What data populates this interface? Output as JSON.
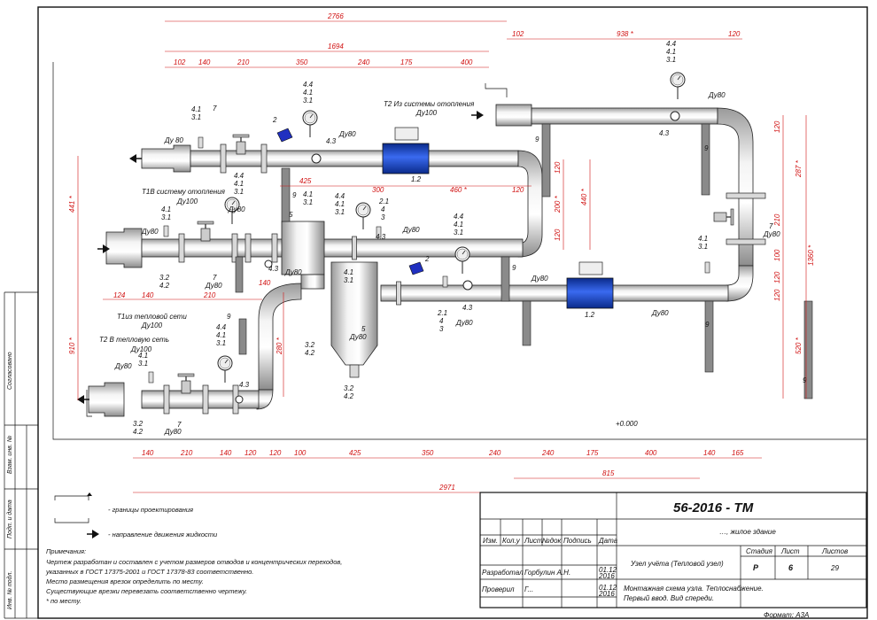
{
  "title_block": {
    "doc_code": "56-2016 - ТМ",
    "object": "…, жилое здание",
    "sheet_title": "Узел учёта (Тепловой узел)",
    "drawing_name_1": "Монтажная схема узла. Теплоснабжение.",
    "drawing_name_2": "Первый ввод. Вид спереди.",
    "stage_hdr": "Стадия",
    "sheet_hdr": "Лист",
    "sheets_hdr": "Листов",
    "stage": "Р",
    "sheet": "6",
    "sheets": "29",
    "cols": [
      "Изм.",
      "Кол.у",
      "Лист",
      "№док",
      "Подпись",
      "Дата"
    ],
    "role_dev": "Разработал",
    "dev_name": "Горбулин А.Н.",
    "dev_date_1": "01.12",
    "dev_date_2": "2016",
    "role_chk": "Проверил",
    "chk_name": "Г...",
    "chk_date_1": "01.12",
    "chk_date_2": "2016",
    "format": "Формат: А3А"
  },
  "side_stamps": [
    "Согласовано",
    "Взам. инв. №",
    "Подп. и дата",
    "Инв. № подл."
  ],
  "legend": {
    "boundary": "- границы проектирования",
    "flow": "- направление движения жидкости"
  },
  "notes": {
    "header": "Примечания:",
    "lines": [
      "Чертеж разработан и составлен с учетом размеров отводов и концентрических переходов,",
      "указанных в ГОСТ 17375-2001 и ГОСТ 17378-83 соответственно.",
      "Место размещения врезок определить по месту.",
      "Существующие врезки перевезать соответственно чертежу.",
      "* по месту."
    ]
  },
  "flows": {
    "t1v": "Т1В систему отопления",
    "t1v_d": "Ду100",
    "t2iz": "Т2 Из системы отопления",
    "t2iz_d": "Ду100",
    "t1iz": "Т1из тепловой сети",
    "t1iz_d": "Ду100",
    "t2v": "Т2 В тепловую сеть",
    "t2v_d": "Ду100"
  },
  "labels": {
    "du80": "Ду80",
    "du80s": "Ду 80",
    "n12": "1.2",
    "n9": "9",
    "n5": "5",
    "n7": "7",
    "n2": "2",
    "n43": "4.3",
    "n44": "4.4",
    "n41": "4.1",
    "n31": "3.1",
    "n32": "3.2",
    "n42": "4.2",
    "n21": "2.1",
    "n4": "4",
    "n3": "3",
    "zero": "+0.000"
  },
  "dims_top": {
    "d2766": "2766",
    "d1694": "1694",
    "d102a": "102",
    "d140a": "140",
    "d210a": "210",
    "d350a": "350",
    "d240a": "240",
    "d175a": "175",
    "d400a": "400",
    "d102b": "102",
    "d938": "938 *",
    "d120a": "120",
    "d425": "425",
    "d300": "300",
    "d460": "460 *",
    "d120b": "120"
  },
  "dims_left": {
    "d441": "441 *",
    "d910": "910 *",
    "d280": "280 *",
    "d124": "124",
    "d140": "140",
    "d210": "210",
    "d140b": "140"
  },
  "dims_right": {
    "d1360": "1360 *",
    "d287": "287 *",
    "d520": "520 *",
    "r120a": "120",
    "r210": "210",
    "r100": "100",
    "r120b": "120",
    "r120c": "120",
    "d440": "440 *",
    "d200": "200 *",
    "m120a": "120",
    "m120b": "120"
  },
  "dims_bottom": {
    "b140a": "140",
    "b210": "210",
    "b140b": "140",
    "b120a": "120",
    "b120b": "120",
    "b100": "100",
    "b425": "425",
    "b350": "350",
    "b240a": "240",
    "b240b": "240",
    "b175": "175",
    "b400": "400",
    "b140c": "140",
    "b165": "165",
    "b815": "815",
    "b2971": "2971"
  }
}
